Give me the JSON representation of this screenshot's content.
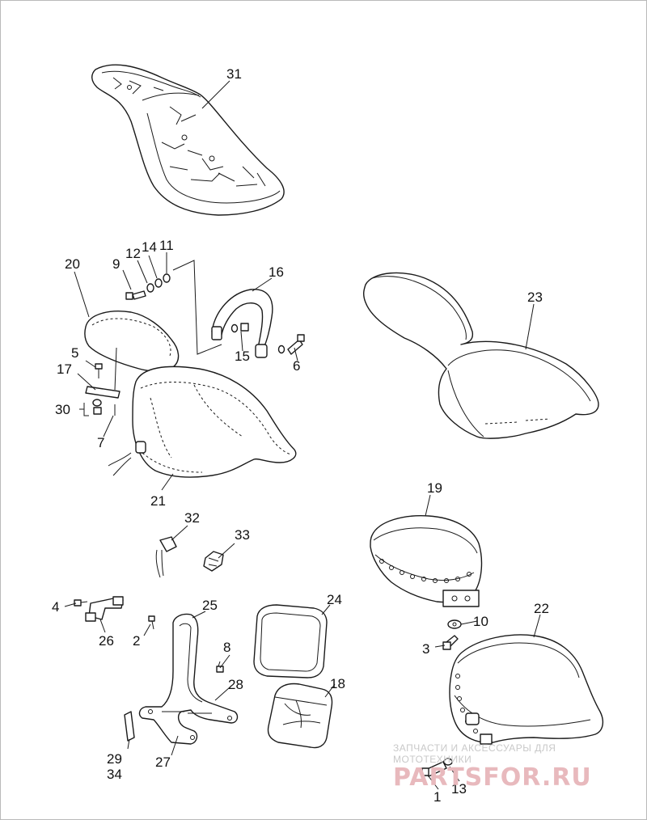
{
  "diagram": {
    "callouts": [
      "31",
      "20",
      "9",
      "12",
      "14",
      "11",
      "16",
      "5",
      "17",
      "30",
      "7",
      "15",
      "6",
      "21",
      "23",
      "19",
      "32",
      "33",
      "4",
      "26",
      "2",
      "25",
      "8",
      "28",
      "29",
      "34",
      "27",
      "24",
      "18",
      "10",
      "3",
      "22",
      "13",
      "1"
    ]
  },
  "watermark": {
    "tagline": "ЗАПЧАСТИ И АКСЕССУАРЫ ДЛЯ МОТОТЕХНИКИ",
    "brand": "PARTSFOR.RU"
  }
}
